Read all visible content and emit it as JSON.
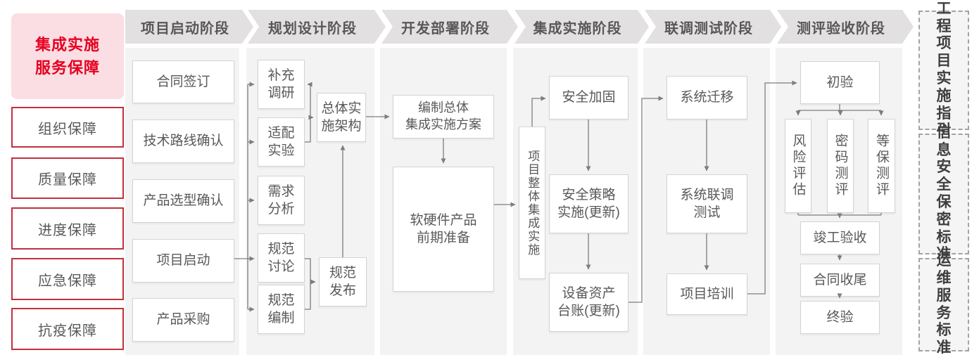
{
  "colors": {
    "brand_red": "#e60021",
    "sidebar_border_red": "#c2303f",
    "sidebar_title_bg": "#fbdee3",
    "header_bg": "#e2e0e0",
    "header_text": "#595757",
    "column_bg": "#f4f3f3",
    "node_border": "#d5d3d3",
    "node_text": "#5a5858",
    "connector": "#7d7d7d",
    "standards_border": "#a3a3a3",
    "standards_bg": "#f5f5f5"
  },
  "sidebar": {
    "title": "集成实施\n服务保障",
    "items": [
      "组织保障",
      "质量保障",
      "进度保障",
      "应急保障",
      "抗疫保障"
    ]
  },
  "phases": [
    {
      "header": "项目启动阶段",
      "boxes": [
        "合同签订",
        "技术路线确认",
        "产品选型确认",
        "项目启动",
        "产品采购"
      ]
    },
    {
      "header": "规划设计阶段",
      "boxes": [
        "补充\n调研",
        "适配\n实验",
        "需求\n分析",
        "规范\n讨论",
        "规范\n编制",
        "总体实\n施架构",
        "规范\n发布"
      ]
    },
    {
      "header": "开发部署阶段",
      "boxes": [
        "编制总体\n集成实施方案",
        "软硬件产品\n前期准备"
      ]
    },
    {
      "header": "集成实施阶段",
      "boxes": [
        "项目整体集成实施",
        "安全加固",
        "安全策略\n实施(更新)",
        "设备资产\n台账(更新)"
      ]
    },
    {
      "header": "联调测试阶段",
      "boxes": [
        "系统迁移",
        "系统联调\n测试",
        "项目培训"
      ]
    },
    {
      "header": "测评验收阶段",
      "boxes": [
        "初验",
        "风险评估",
        "密码测评",
        "等保测评",
        "竣工验收",
        "合同收尾",
        "终验"
      ]
    }
  ],
  "standards": [
    "工程\n项目\n实施\n指引",
    "信息\n安全\n保密\n标准",
    "运维\n服务\n标准"
  ]
}
